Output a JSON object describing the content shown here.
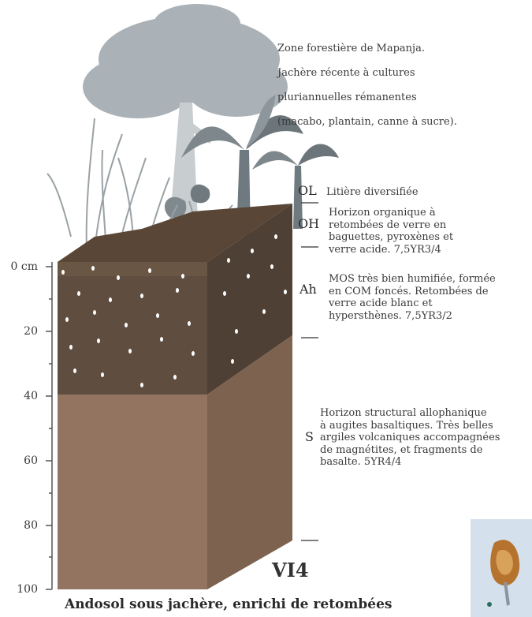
{
  "header_text": {
    "lines": [
      "Zone forestière de Mapanja.",
      "Jachère récente à cultures",
      "pluriannuelles rémanentes",
      "(macabo, plantain, canne à sucre)."
    ]
  },
  "depth_axis": {
    "ticks": [
      {
        "value": 0,
        "label": "0 cm"
      },
      {
        "value": 20,
        "label": "20"
      },
      {
        "value": 40,
        "label": "40"
      },
      {
        "value": 60,
        "label": "60"
      },
      {
        "value": 80,
        "label": "80"
      },
      {
        "value": 100,
        "label": "100"
      }
    ]
  },
  "horizons": [
    {
      "code": "OL",
      "description": "Litière diversifiée"
    },
    {
      "code": "OH",
      "description": "Horizon organique à\nretombées de verre en\nbaguettes, pyroxènes et\nverre acide. 7,5YR3/4"
    },
    {
      "code": "Ah",
      "description": "MOS très bien humifiée, formée\nen COM foncés. Retombées de\nverre acide blanc et\nhypersthènes. 7,5YR3/2"
    },
    {
      "code": "S",
      "description": "Horizon structural allophanique\nà augites basaltiques. Très belles\nargiles volcaniques accompagnées\nde magnétites, et fragments de\nbasalte. 5YR4/4"
    }
  ],
  "plate_label": "VI4",
  "caption": "Andosol sous jachère, enrichi de retombées",
  "colors": {
    "litter": "#5a4636",
    "ah_front": "#5f4d40",
    "ah_side": "#4f4035",
    "s_front": "#927460",
    "s_side": "#7d6250",
    "vegetation": "#a6adb2"
  }
}
